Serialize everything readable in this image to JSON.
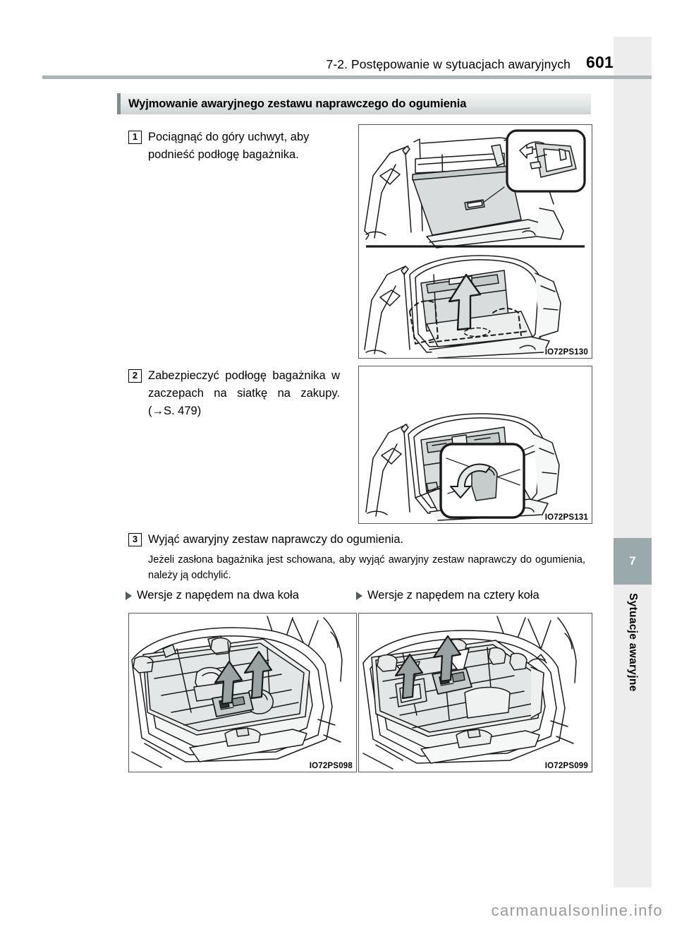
{
  "header": {
    "title": "7-2. Postępowanie w sytuacjach awaryjnych",
    "page_number": "601"
  },
  "section": {
    "title": "Wyjmowanie awaryjnego zestawu naprawczego do ogumienia"
  },
  "steps": [
    {
      "number": "1",
      "text": "Pociągnąć do góry uchwyt, aby podnieść podłogę bagażnika."
    },
    {
      "number": "2",
      "text": "Zabezpieczyć podłogę bagażnika w zaczepach na siatkę na zakupy. (→S. 479)"
    },
    {
      "number": "3",
      "text": "Wyjąć awaryjny zestaw naprawczy do ogumienia.",
      "note": "Jeżeli zasłona bagażnika jest schowana, aby wyjąć awaryjny zestaw naprawczy do ogumienia, należy ją odchylić."
    }
  ],
  "subheadings": [
    {
      "label": "Wersje z napędem na dwa koła"
    },
    {
      "label": "Wersje z napędem na cztery koła"
    }
  ],
  "figures": [
    {
      "id": "fig-130",
      "caption": "IO72PS130",
      "alt": "Bagażnik z uchwytem podłogi i powiększeniem uchwytu"
    },
    {
      "id": "fig-131",
      "caption": "IO72PS131",
      "alt": "Podłoga bagażnika zabezpieczona w zaczepach"
    },
    {
      "id": "fig-098",
      "caption": "IO72PS098",
      "alt": "Wnęka koła zapasowego - napęd na dwa koła"
    },
    {
      "id": "fig-099",
      "caption": "IO72PS099",
      "alt": "Wnęka koła zapasowego - napęd na cztery koła"
    }
  ],
  "chapter_tab": {
    "number": "7",
    "label": "Sytuacje awaryjne"
  },
  "watermark": "carmanualsonline.info",
  "colors": {
    "rule": "#a9b7b7",
    "tab": "#9aa9a9",
    "bar_left_accent": "#7f8c8c",
    "illustration_fill": "#d8dcdc",
    "watermark": "#9a9a9a"
  }
}
